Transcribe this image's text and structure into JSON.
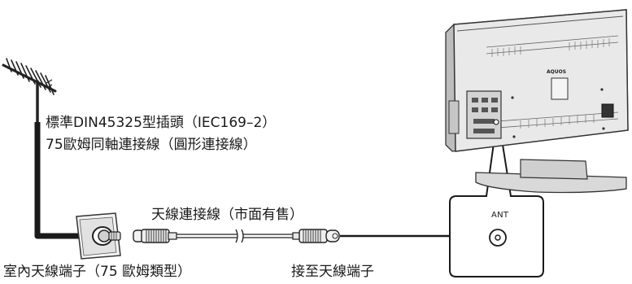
{
  "labels": {
    "plug_type": "標準DIN45325型插頭（IEC169–2）",
    "coax_cable": "75歐姆同軸連接線（圓形連接線）",
    "antenna_cable": "天線連接線（市面有售）",
    "wall_socket": "室內天線端子（75 歐姆類型）",
    "connect_to": "接至天線端子",
    "ant_port": "ANT",
    "tv_brand": "AQUOS"
  }
}
